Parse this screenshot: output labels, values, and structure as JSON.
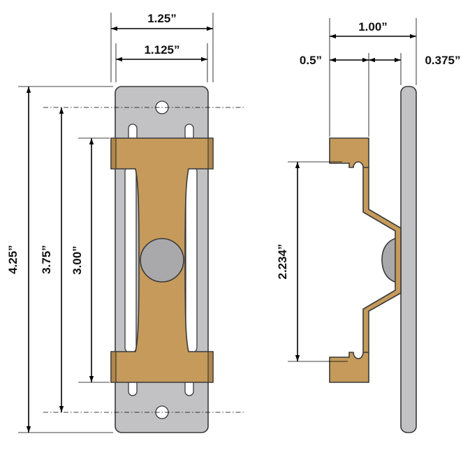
{
  "colors": {
    "plate": "#c2c2c4",
    "brass": "#c59a5b",
    "bolt": "#a9a9ab",
    "outline": "#3a3a3a"
  },
  "dimensions": {
    "front_outer_width": "1.25”",
    "front_inner_width": "1.125”",
    "front_total_height": "4.25”",
    "front_hole_spacing": "3.75”",
    "front_brass_height": "3.00”",
    "side_total_depth": "1.00”",
    "side_brass_depth": "0.5”",
    "side_offset": "0.375”",
    "side_bracket_height": "2.234”"
  }
}
